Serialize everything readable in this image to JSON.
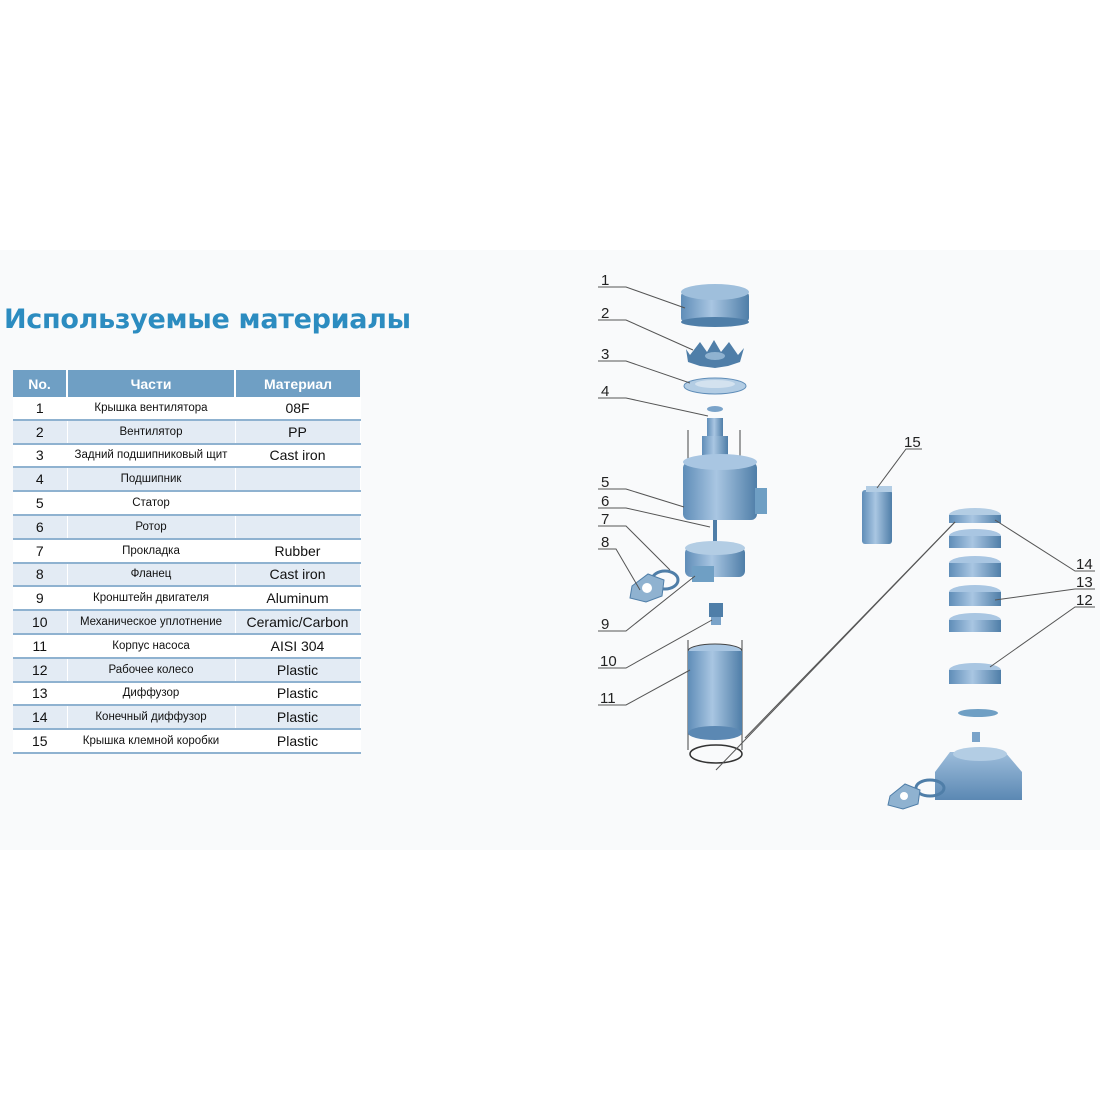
{
  "title": "Используемые материалы",
  "table": {
    "headers": [
      "No.",
      "Части",
      "Материал"
    ],
    "rows": [
      {
        "no": "1",
        "part": "Крышка вентилятора",
        "material": "08F"
      },
      {
        "no": "2",
        "part": "Вентилятор",
        "material": "PP"
      },
      {
        "no": "3",
        "part": "Задний подшипниковый щит",
        "material": "Cast iron"
      },
      {
        "no": "4",
        "part": "Подшипник",
        "material": ""
      },
      {
        "no": "5",
        "part": "Статор",
        "material": ""
      },
      {
        "no": "6",
        "part": "Ротор",
        "material": ""
      },
      {
        "no": "7",
        "part": "Прокладка",
        "material": "Rubber"
      },
      {
        "no": "8",
        "part": "Фланец",
        "material": "Cast iron"
      },
      {
        "no": "9",
        "part": "Кронштейн двигателя",
        "material": "Aluminum"
      },
      {
        "no": "10",
        "part": "Механическое уплотнение",
        "material": "Ceramic/Carbon"
      },
      {
        "no": "11",
        "part": "Корпус насоса",
        "material": "AISI 304"
      },
      {
        "no": "12",
        "part": "Рабочее колесо",
        "material": "Plastic"
      },
      {
        "no": "13",
        "part": "Диффузор",
        "material": "Plastic"
      },
      {
        "no": "14",
        "part": "Конечный диффузор",
        "material": "Plastic"
      },
      {
        "no": "15",
        "part": "Крышка клемной коробки",
        "material": "Plastic"
      }
    ]
  },
  "diagram": {
    "callouts": [
      "1",
      "2",
      "3",
      "4",
      "5",
      "6",
      "7",
      "8",
      "9",
      "10",
      "11",
      "12",
      "13",
      "14",
      "15"
    ]
  },
  "colors": {
    "title": "#2c8cc0",
    "header_bg": "#6f9fc4",
    "row_alt": "#e3ebf4",
    "part_fill": "#7aa3c9",
    "part_dark": "#4f7ea8"
  }
}
